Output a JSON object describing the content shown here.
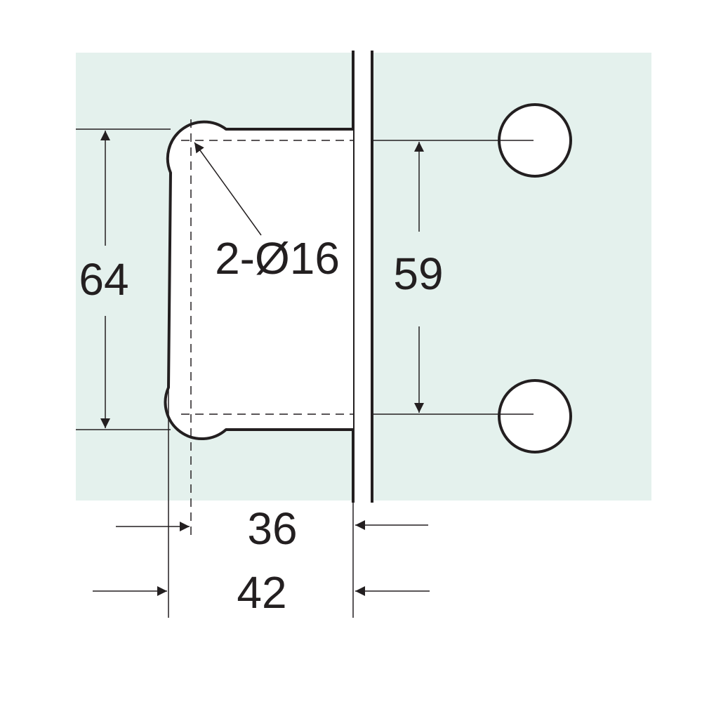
{
  "colors": {
    "glass": "#e4f1ed",
    "line": "#231f20",
    "background": "#ffffff",
    "hole_fill": "#ffffff"
  },
  "dimensions": {
    "overall_height": "64",
    "hole_spacing": "59",
    "hole_spec": "2-Ø16",
    "inner_width": "36",
    "outer_width": "42"
  }
}
